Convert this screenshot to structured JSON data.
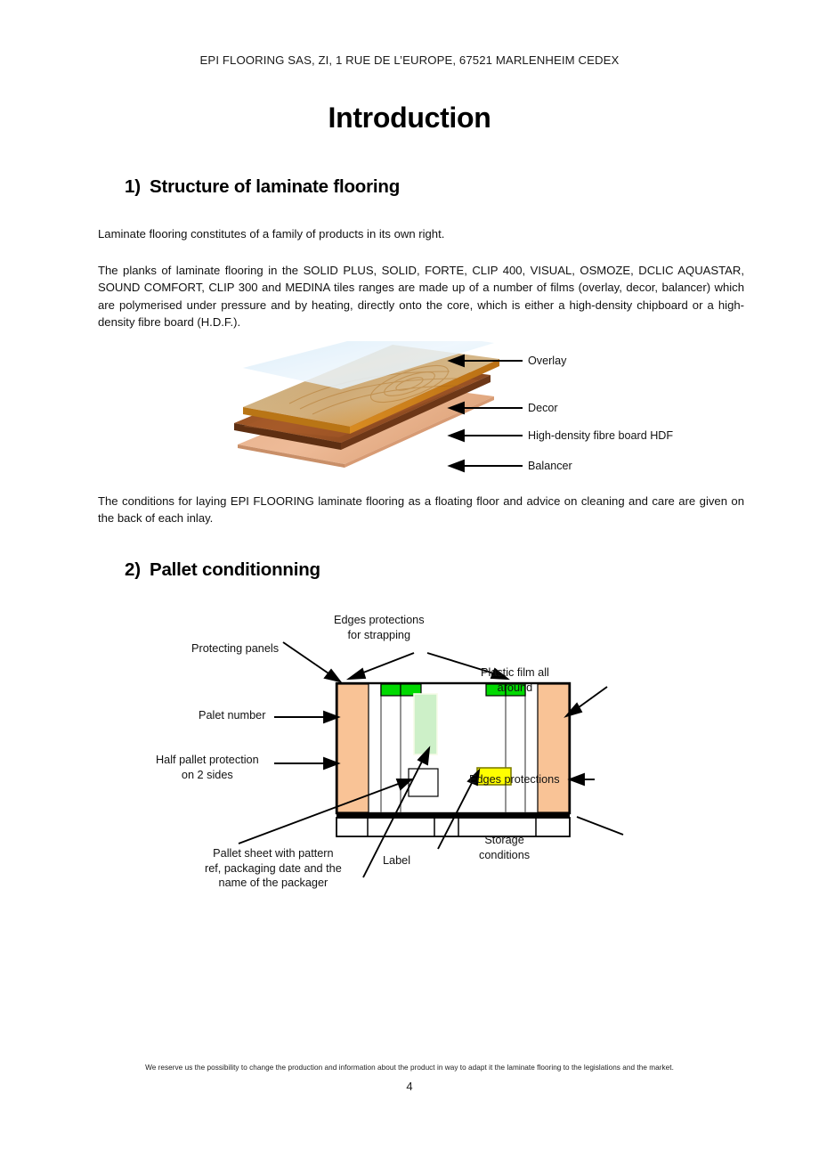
{
  "header": {
    "company_address": "EPI FLOORING SAS, ZI, 1 RUE DE L’EUROPE, 67521 MARLENHEIM CEDEX"
  },
  "title": "Introduction",
  "sections": [
    {
      "number": "1)",
      "heading": "Structure of laminate flooring"
    },
    {
      "number": "2)",
      "heading": "Pallet conditionning"
    }
  ],
  "paragraphs": {
    "p1": "Laminate flooring constitutes of a family of products in its own right.",
    "p2": "The planks of laminate flooring in the SOLID PLUS, SOLID, FORTE, CLIP 400, VISUAL, OSMOZE, DCLIC AQUASTAR, SOUND COMFORT, CLIP 300 and MEDINA tiles ranges are made up of a number of films (overlay, decor, balancer) which are polymerised under pressure and by heating, directly onto the core, which is either a high-density chipboard or a high-density fibre board (H.D.F.).",
    "p3": "The conditions for laying EPI FLOORING laminate flooring as a floating floor and advice on cleaning and care are given on the back of each inlay."
  },
  "layer_diagram": {
    "labels": {
      "overlay": "Overlay",
      "decor": "Decor",
      "hdf": "High-density fibre board HDF",
      "balancer": "Balancer"
    },
    "colors": {
      "overlay": "#d7eaf6",
      "decor_top": "#c8a87a",
      "decor_edge": "#e08b1e",
      "hdf": "#8b4a22",
      "balancer": "#e0a87e"
    }
  },
  "pallet_diagram": {
    "labels": {
      "edges_protections_strapping": "Edges protections\nfor strapping",
      "protecting_panels": "Protecting panels",
      "palet_number": "Palet number",
      "half_pallet": "Half pallet protection\non 2 sides",
      "plastic_film": "Plastic film all\naround",
      "edges_protections": "Edges protections",
      "storage_conditions": "Storage\nconditions",
      "pallet_sheet": "Pallet sheet with pattern\nref, packaging date and the\nname of the packager",
      "label": "Label"
    },
    "colors": {
      "protecting_panel": "#f9c396",
      "edge_protection": "#00d900",
      "pallet_sheet": "#cdf0c8",
      "label": "#ffff00",
      "label_border": "#7f7f00",
      "outline": "#000000"
    }
  },
  "footer": {
    "note": "We reserve us the possibility to change the production and information about the product in way to adapt it the laminate flooring to the legislations and the market.",
    "page_number": "4"
  }
}
